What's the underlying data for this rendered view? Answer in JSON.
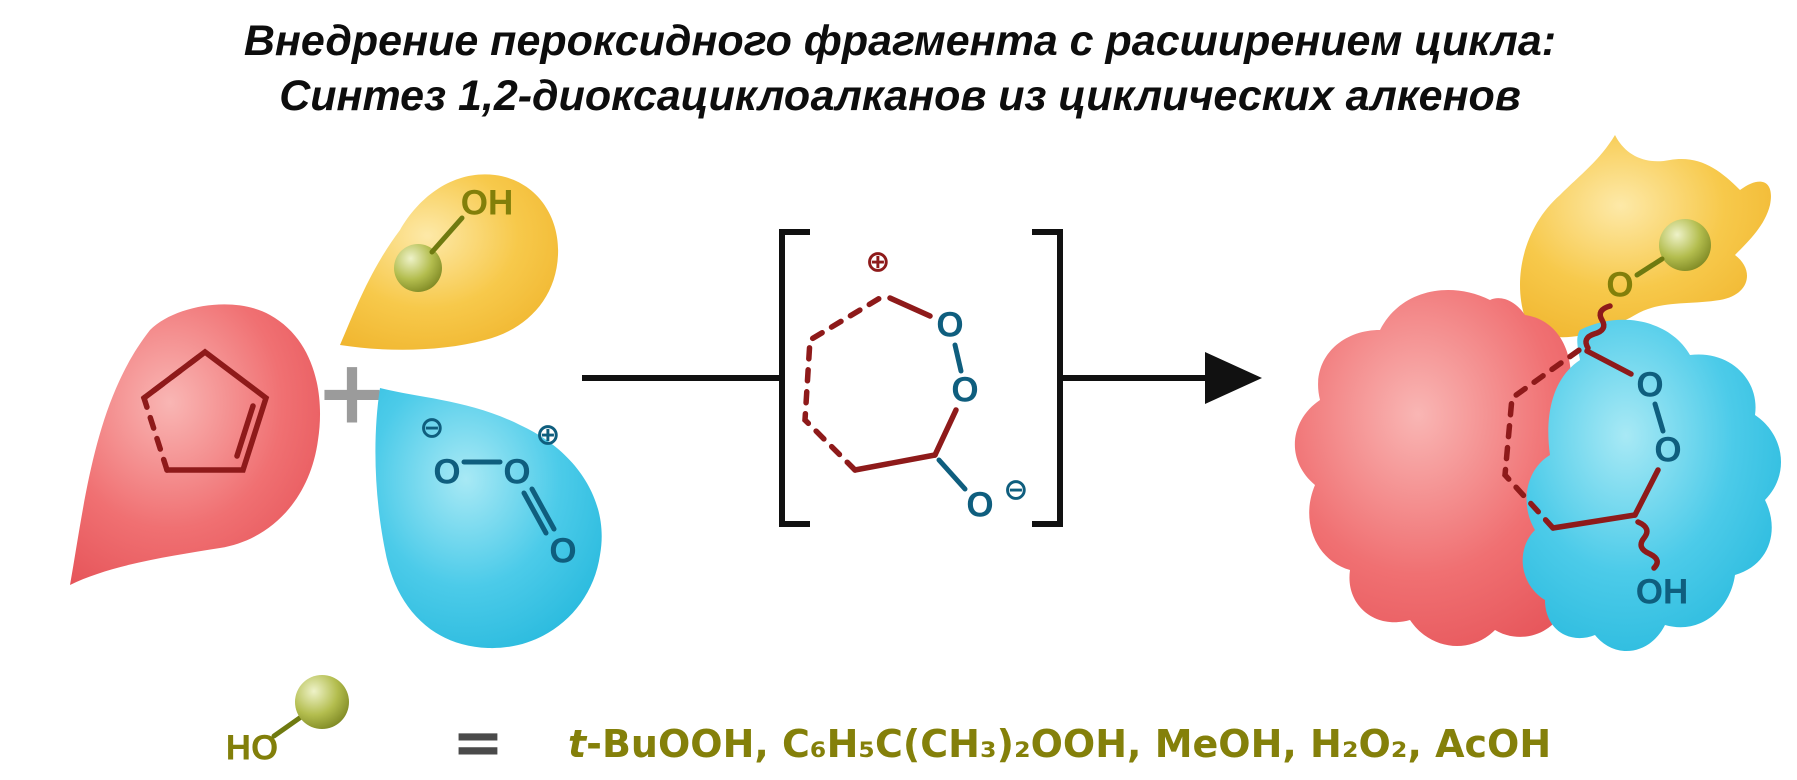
{
  "title": {
    "line1": "Внедрение пероксидного фрагмента с расширением цикла:",
    "line2": "Синтез 1,2-диоксациклоалканов из циклических алкенов"
  },
  "reactants": {
    "plus_sign": "+",
    "peroxide_carrier": {
      "oh_label": "OH"
    },
    "oxidant": {
      "minus_charge": "⊖",
      "plus_charge": "⊕",
      "o_left": "O",
      "o_right": "O",
      "o_double": "O"
    }
  },
  "intermediate": {
    "plus_charge": "⊕",
    "o_top": "O",
    "o_mid": "O",
    "o_anion": "O",
    "minus_charge": "⊖"
  },
  "product": {
    "o_ether": "O",
    "o_peroxide_1": "O",
    "o_peroxide_2": "O",
    "oh_label": "OH"
  },
  "legend": {
    "ho_label": "HO",
    "equals": "=",
    "reagents_italic": "t",
    "reagents": "-BuOOH, C₆H₅C(CH₃)₂OOH, MeOH, H₂O₂, AcOH"
  },
  "colors": {
    "red_blob": "#ee6a6c",
    "dark_red": "#8e1a1a",
    "yellow_blob": "#f6c84a",
    "olive": "#827f0a",
    "cyan_blob": "#3fc8e8",
    "dark_teal": "#0f5e7e"
  }
}
